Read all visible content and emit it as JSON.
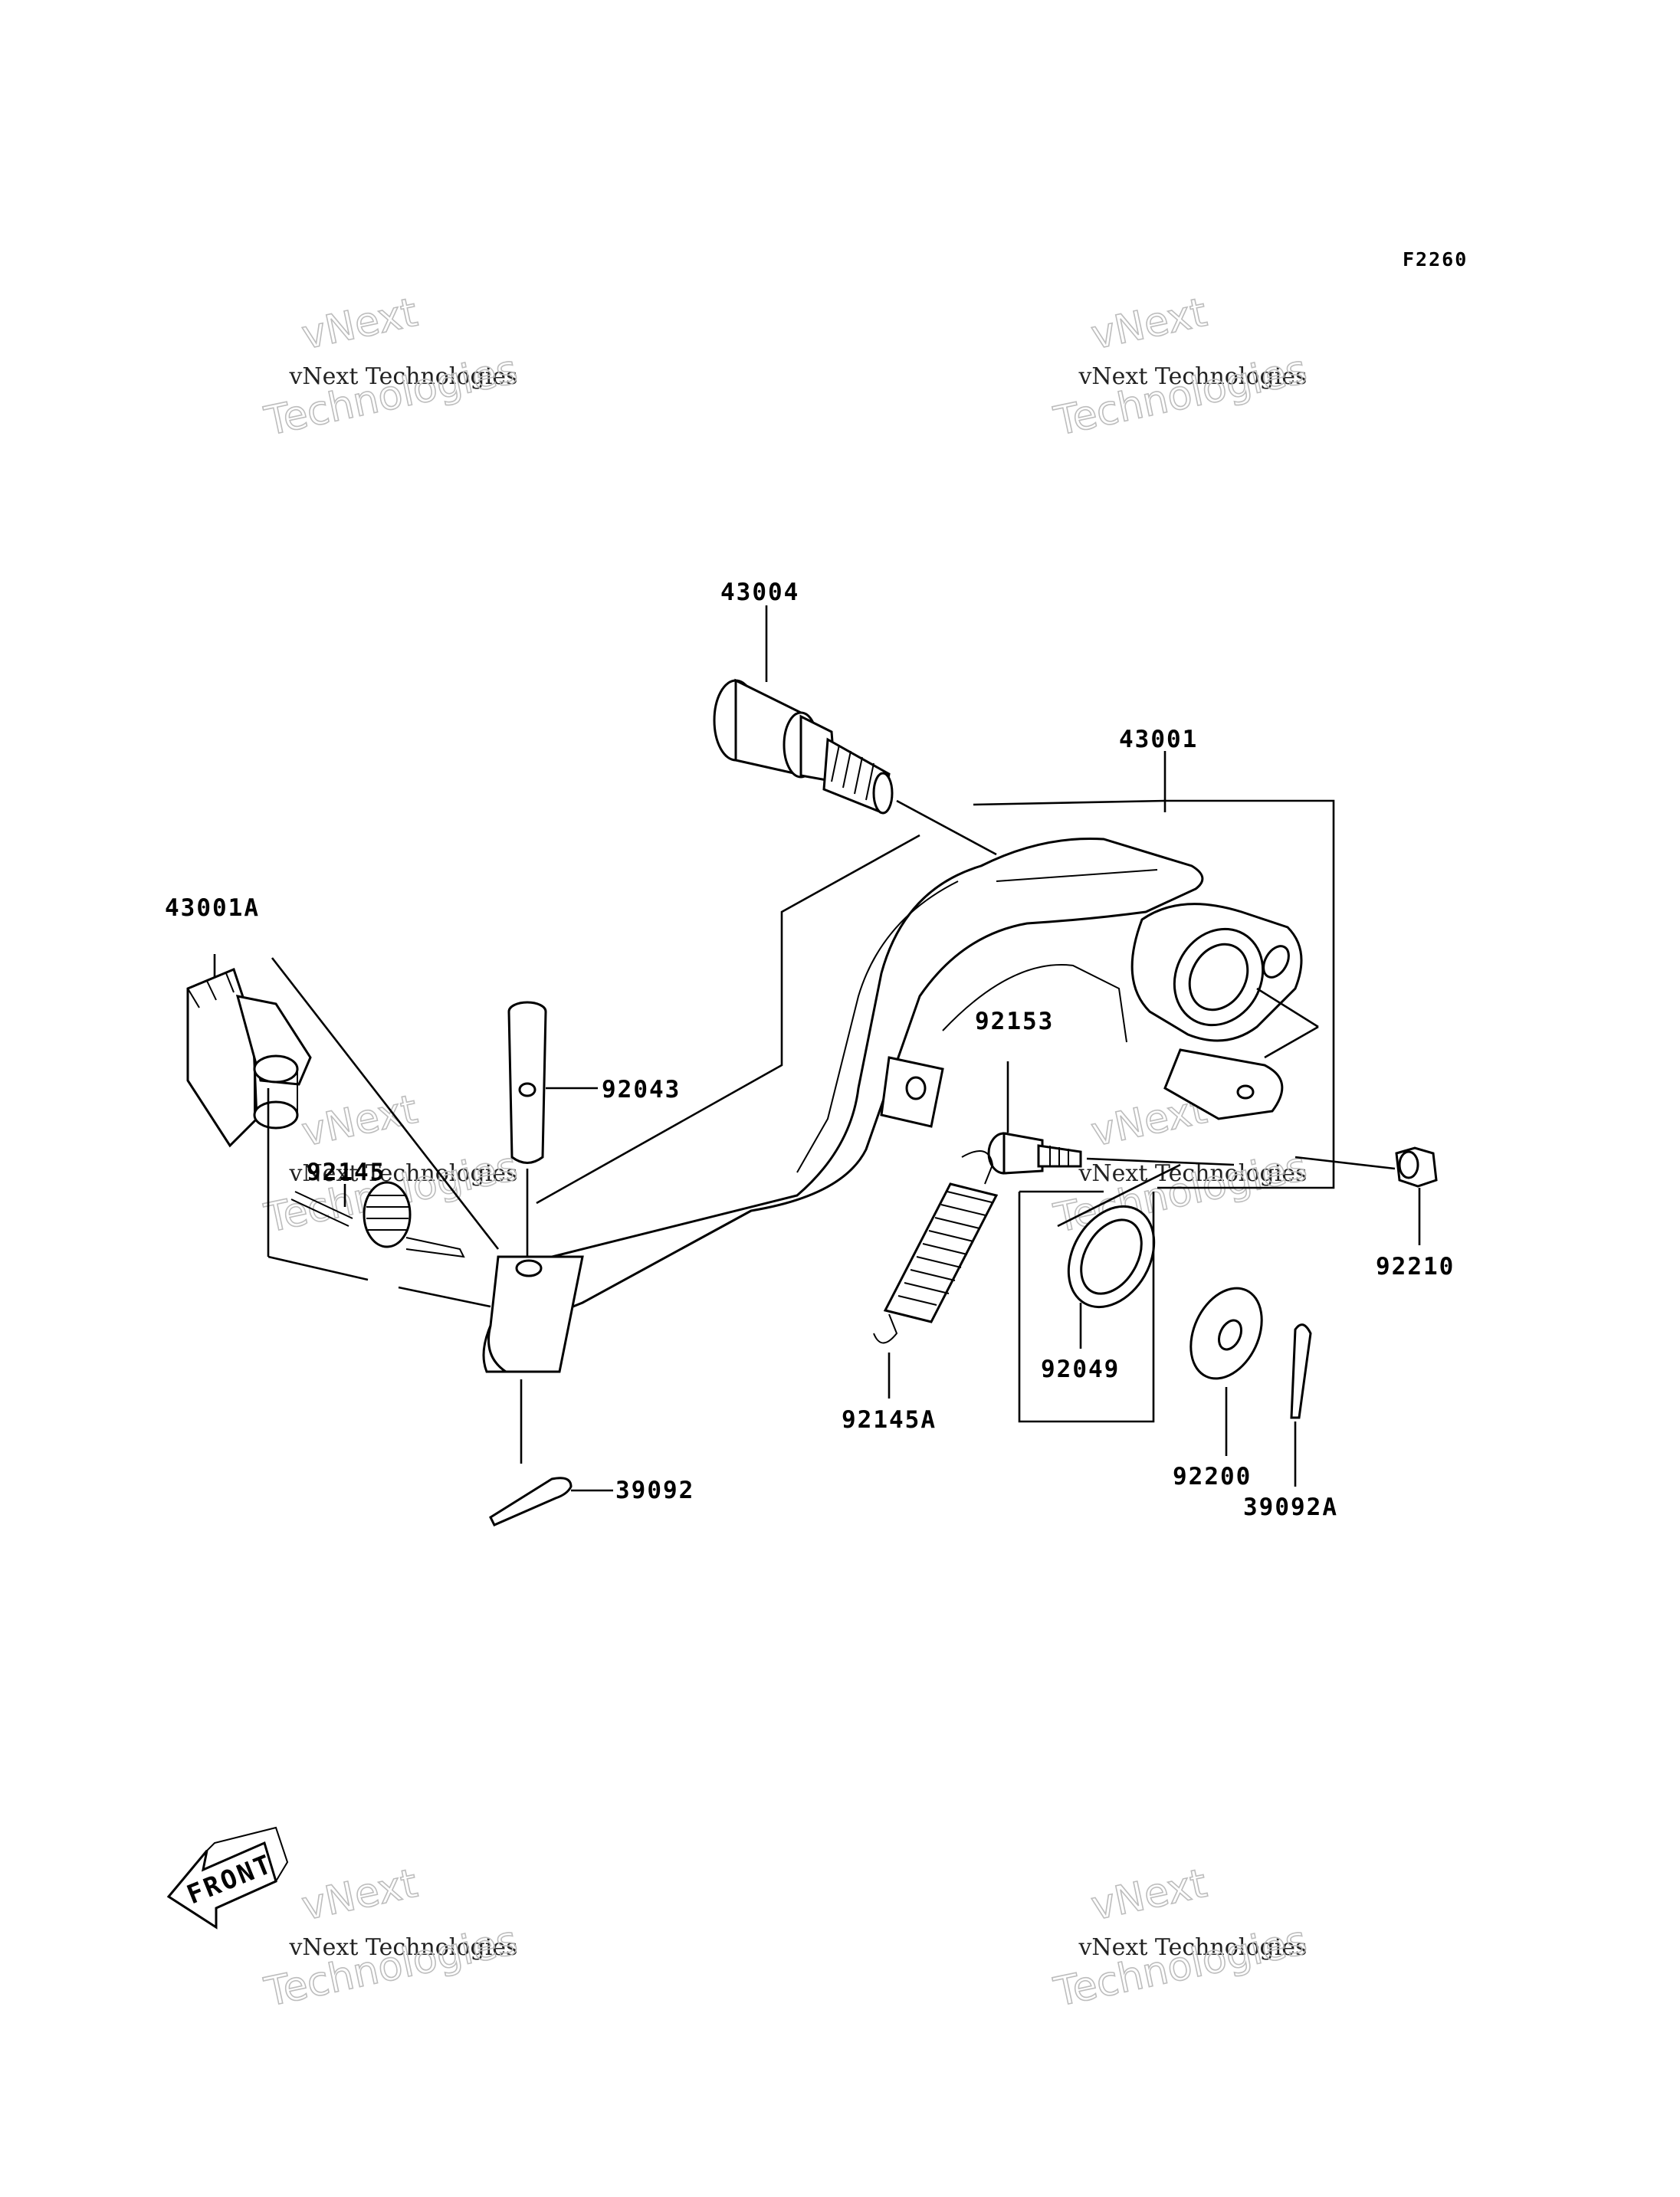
{
  "figure_code": "F2260",
  "watermark": {
    "line1": "vNext",
    "line2": "vNext Technologies",
    "line3": "Technologies"
  },
  "front_marker": "FRONT",
  "parts": {
    "p43004": "43004",
    "p43001": "43001",
    "p43001A": "43001A",
    "p92043": "92043",
    "p92145": "92145",
    "p92153": "92153",
    "p92210": "92210",
    "p92049": "92049",
    "p92145A": "92145A",
    "p92200": "92200",
    "p39092": "39092",
    "p39092A": "39092A"
  }
}
